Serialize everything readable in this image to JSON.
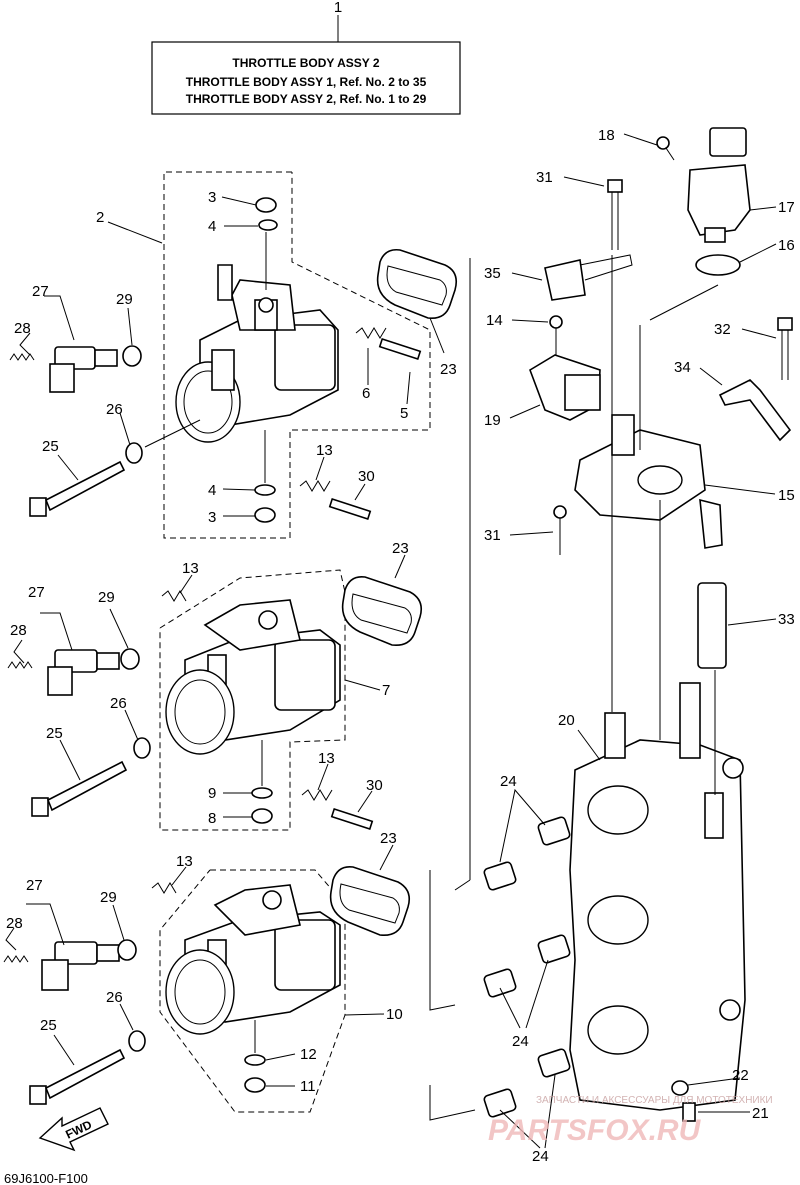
{
  "title_box": {
    "ref": "1",
    "line1": "THROTTLE  BODY ASSY 2",
    "line2": "THROTTLE BODY ASSY 1, Ref. No. 2 to 35",
    "line3": "THROTTLE BODY ASSY 2, Ref. No. 1 to 29"
  },
  "callouts": [
    "2",
    "3",
    "4",
    "23",
    "6",
    "5",
    "27",
    "28",
    "29",
    "26",
    "25",
    "4",
    "3",
    "13",
    "30",
    "13",
    "23",
    "27",
    "28",
    "29",
    "7",
    "26",
    "25",
    "9",
    "8",
    "13",
    "30",
    "13",
    "23",
    "27",
    "28",
    "29",
    "26",
    "25",
    "10",
    "12",
    "11",
    "18",
    "17",
    "16",
    "31",
    "35",
    "14",
    "32",
    "34",
    "19",
    "15",
    "31",
    "33",
    "20",
    "24",
    "24",
    "22",
    "21",
    "24"
  ],
  "fwd_label": "FWD",
  "diagram_code": "69J6100-F100",
  "watermark": {
    "tagline": "ЗАПЧАСТИ И АКСЕССУАРЫ ДЛЯ МОТОТЕХНИКИ",
    "brand": "PARTSFOX.RU"
  }
}
